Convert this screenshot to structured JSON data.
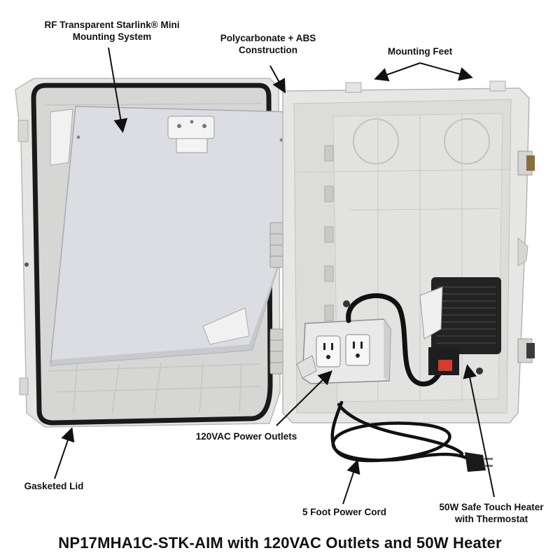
{
  "labels": {
    "mini_mount_line1": "RF Transparent Starlink® Mini",
    "mini_mount_line2": "Mounting System",
    "construction_line1": "Polycarbonate + ABS",
    "construction_line2": "Construction",
    "feet": "Mounting Feet",
    "outlets": "120VAC Power Outlets",
    "lid": "Gasketed Lid",
    "cord": "5 Foot Power Cord",
    "heater_line1": "50W Safe Touch Heater",
    "heater_line2": "with Thermostat"
  },
  "title": "NP17MHA1C-STK-AIM with 120VAC Outlets and 50W Heater",
  "colors": {
    "enclosure": "#e2e3e1",
    "gasket": "#1a1a1a",
    "plate": "#dcdde3",
    "heater": "#232323",
    "heater_accent": "#d83b2c"
  }
}
